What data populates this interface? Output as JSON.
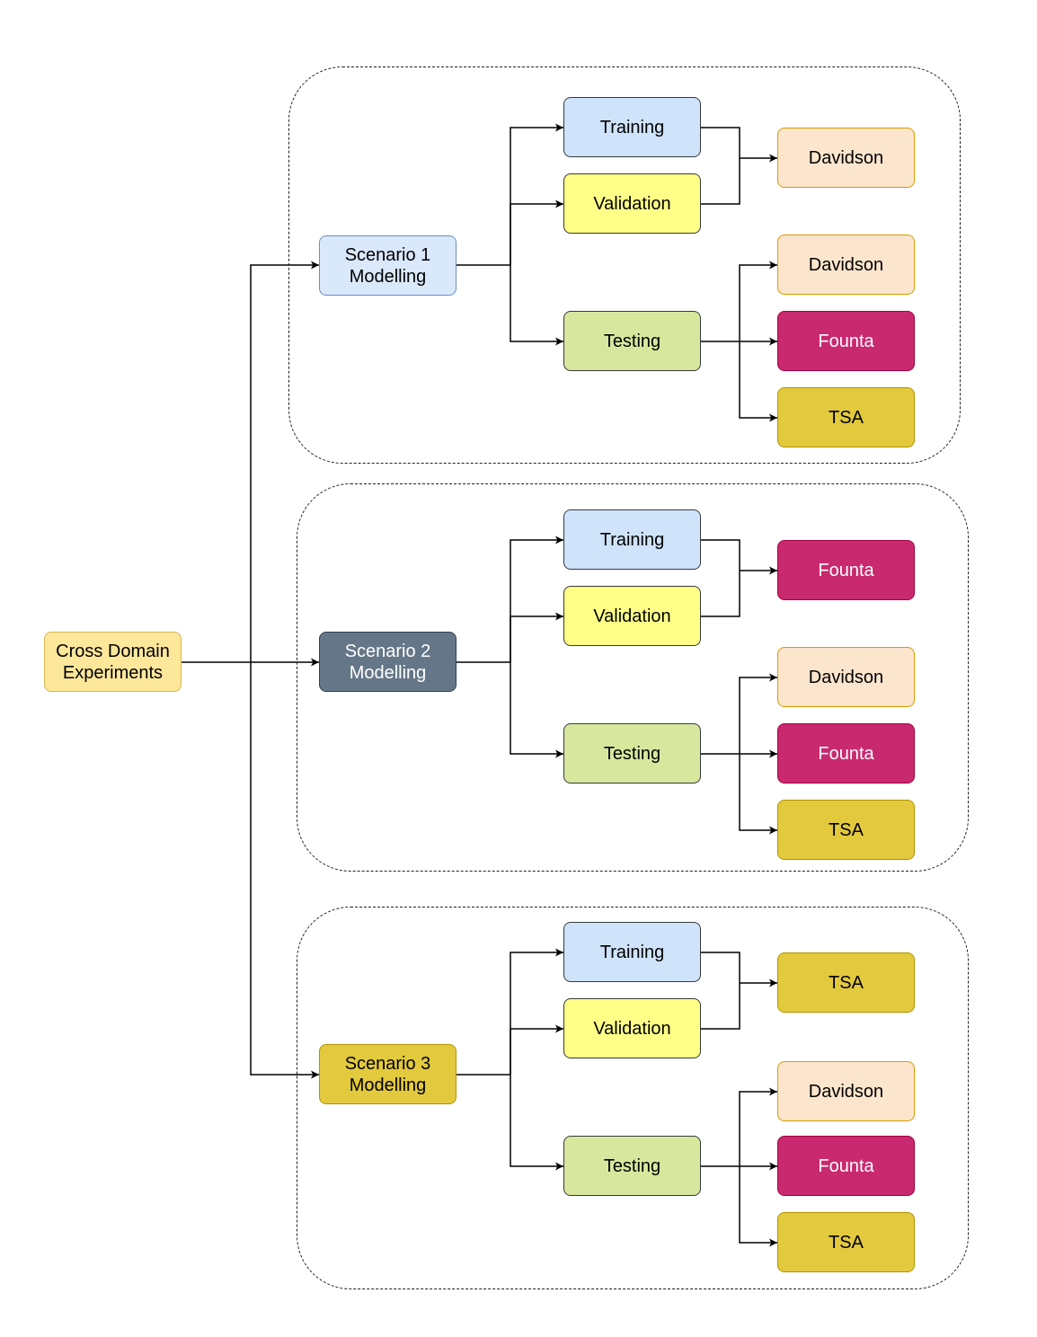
{
  "root": {
    "label": "Cross Domain\nExperiments"
  },
  "scenarios": [
    {
      "label": "Scenario 1\nModelling",
      "training_label": "Training",
      "validation_label": "Validation",
      "testing_label": "Testing",
      "train_target": "Davidson",
      "test_targets": [
        "Davidson",
        "Founta",
        "TSA"
      ]
    },
    {
      "label": "Scenario 2\nModelling",
      "training_label": "Training",
      "validation_label": "Validation",
      "testing_label": "Testing",
      "train_target": "Founta",
      "test_targets": [
        "Davidson",
        "Founta",
        "TSA"
      ]
    },
    {
      "label": "Scenario 3\nModelling",
      "training_label": "Training",
      "validation_label": "Validation",
      "testing_label": "Testing",
      "train_target": "TSA",
      "test_targets": [
        "Davidson",
        "Founta",
        "TSA"
      ]
    }
  ],
  "colors": {
    "edge": "#000000",
    "group_border": "#222222"
  }
}
